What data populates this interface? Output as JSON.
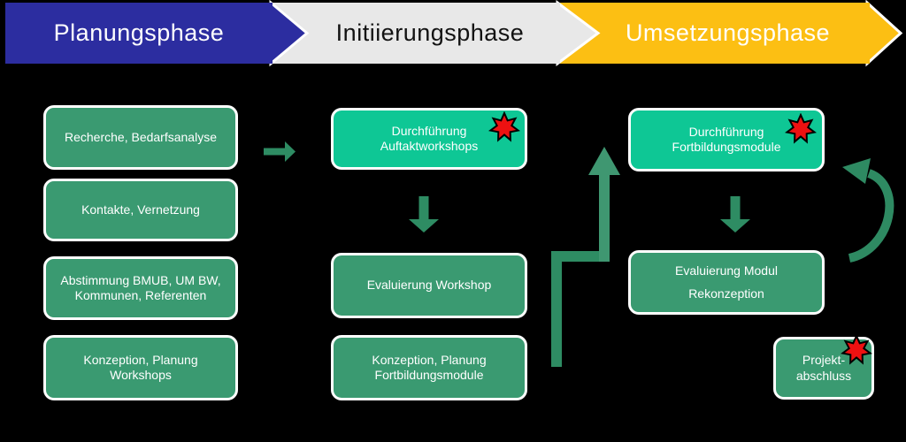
{
  "phases": [
    {
      "label": "Planungsphase",
      "color": "#2c2da0",
      "text_color": "#ffffff"
    },
    {
      "label": "Initiierungsphase",
      "color": "#e8e8e8",
      "text_color": "#121212"
    },
    {
      "label": "Umsetzungsphase",
      "color": "#fcbf13",
      "text_color": "#ffffff"
    }
  ],
  "colors": {
    "background": "#000000",
    "box_green": "#3a9a71",
    "box_highlight_teal": "#0ec795",
    "box_border": "#ffffff",
    "arrow_green_dark": "#2e8c63",
    "arrow_green_light": "#3f9771",
    "star_red": "#ee1111",
    "star_outline": "#000000"
  },
  "columns": [
    {
      "phase": "Planungsphase",
      "boxes": [
        {
          "label": "Recherche, Bedarfsanalyse",
          "highlight": false,
          "star": false
        },
        {
          "label": "Kontakte, Vernetzung",
          "highlight": false,
          "star": false
        },
        {
          "label": "Abstimmung BMUB, UM BW, Kommunen, Referenten",
          "highlight": false,
          "star": false
        },
        {
          "label": "Konzeption, Planung Workshops",
          "highlight": false,
          "star": false
        }
      ]
    },
    {
      "phase": "Initiierungsphase",
      "boxes": [
        {
          "label": "Durchführung Auftaktworkshops",
          "highlight": true,
          "star": true
        },
        {
          "label": "Evaluierung Workshop",
          "highlight": false,
          "star": false
        },
        {
          "label": "Konzeption, Planung Fortbildungsmodule",
          "highlight": false,
          "star": false
        }
      ]
    },
    {
      "phase": "Umsetzungsphase",
      "boxes": [
        {
          "label": "Durchführung Fortbildungsmodule",
          "highlight": true,
          "star": true
        },
        {
          "label": "Evaluierung Modul Rekonzeption",
          "highlight": false,
          "star": false
        },
        {
          "label": "Projekt-abschluss",
          "highlight": false,
          "star": true
        }
      ]
    }
  ],
  "arrows": [
    {
      "name": "right-arrow",
      "from": "Planungsphase",
      "to": "Initiierungsphase"
    },
    {
      "name": "down-arrow-initiierung",
      "from": "Durchführung Auftaktworkshops",
      "to": "Evaluierung Workshop"
    },
    {
      "name": "elbow-up-arrow",
      "from": "Konzeption, Planung Fortbildungsmodule",
      "to": "Durchführung Fortbildungsmodule"
    },
    {
      "name": "down-arrow-umsetzung",
      "from": "Durchführung Fortbildungsmodule",
      "to": "Evaluierung Modul Rekonzeption"
    },
    {
      "name": "loop-arrow",
      "from": "Evaluierung Modul Rekonzeption",
      "to": "Durchführung Fortbildungsmodule"
    }
  ]
}
